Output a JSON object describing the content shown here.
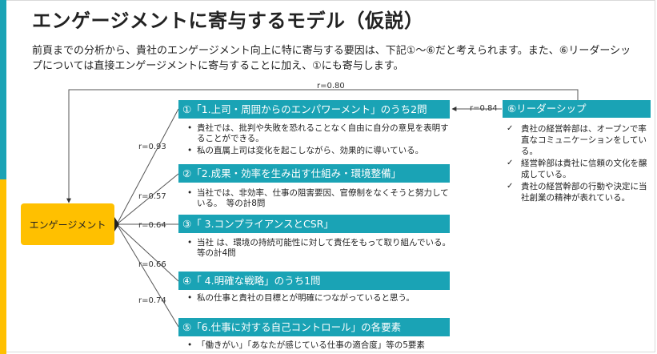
{
  "title": "エンゲージメントに寄与するモデル（仮説）",
  "lead": "前頁までの分析から、貴社のエンゲージメント向上に特に寄与する要因は、下記①～⑥だと考えられます。また、⑥リーダーシップについては直接エンゲージメントに寄与することに加え、①にも寄与します。",
  "engagement_label": "エンゲージメント",
  "top_link": {
    "label": "r=0.80"
  },
  "leader_link": {
    "label": "r=0.84"
  },
  "factors": [
    {
      "title": "①「1.上司・周囲からのエンパワーメント」のうち2問",
      "r": "r=0.93",
      "bullets": [
        "貴社では、批判や失敗を恐れることなく自由に自分の意見を表明することができる。",
        "私の直属上司は変化を起こしながら、効果的に導いている。"
      ]
    },
    {
      "title": "②「2.成果・効率を生み出す仕組み・環境整備」",
      "r": "r=0.57",
      "bullets": [
        "当社では、非効率、仕事の阻害要因、官僚制をなくそうと努力している。　等の計8問"
      ]
    },
    {
      "title": "③「 3.コンプライアンスとCSR」",
      "r": "r=0.64",
      "bullets": [
        "当社 は、環境の持続可能性に対して責任をもって取り組んでいる。　等の計4問"
      ]
    },
    {
      "title": "④「 4.明確な戦略」のうち1問",
      "r": "r=0.66",
      "bullets": [
        "私の仕事と貴社の目標とが明確につながっていると思う。"
      ]
    },
    {
      "title": "⑤「6.仕事に対する自己コントロール」の各要素",
      "r": "r=0.74",
      "bullets": [
        "「働きがい」「あなたが感じている仕事の適合度」等の5要素"
      ]
    }
  ],
  "leadership": {
    "title": "⑥リーダーシップ",
    "items": [
      "貴社の経営幹部は、オープンで率直なコミュニケーションをしている。",
      "経営幹部は貴社に信頼の文化を醸成している。",
      "貴社の経営幹部の行動や決定に当社創業の精神が表れている。"
    ]
  },
  "colors": {
    "teal": "#1aa3b5",
    "yellow": "#ffc000"
  }
}
